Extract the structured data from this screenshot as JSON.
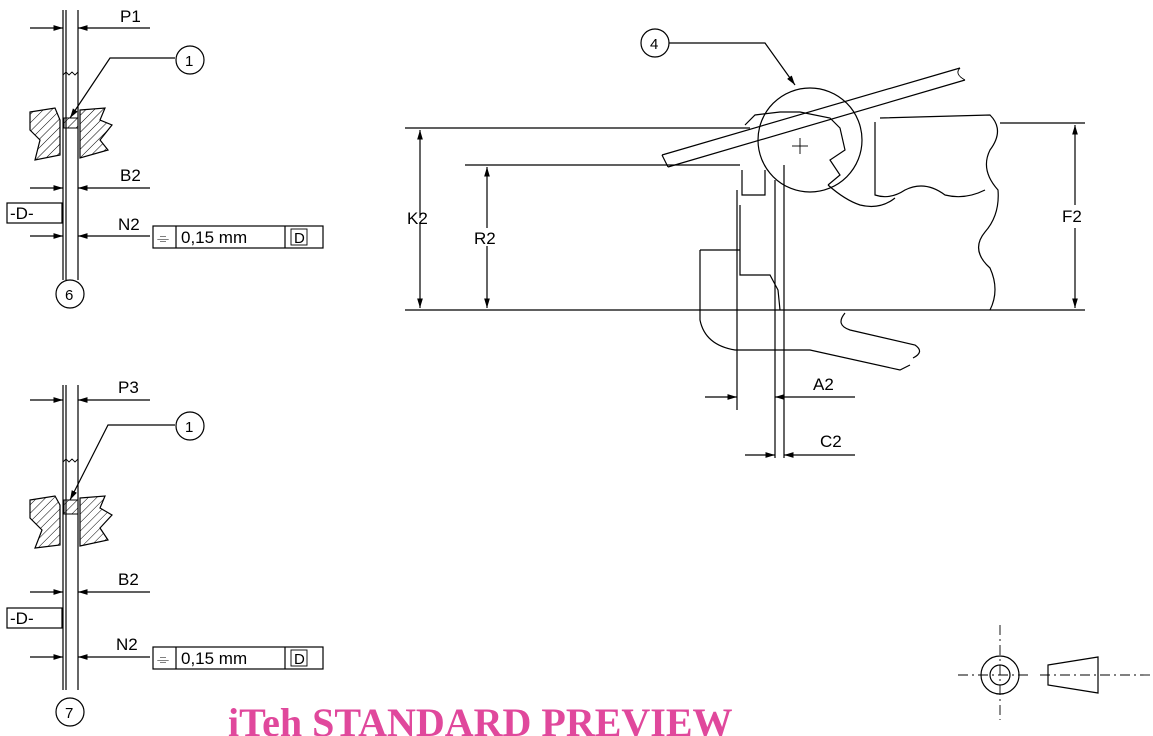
{
  "detail_6": {
    "dim_top": "P1",
    "dim_mid": "B2",
    "datum": "-D-",
    "dim_bottom": "N2",
    "tolerance_symbol": "⌯",
    "tolerance_value": "0,15 mm",
    "tolerance_datum": "D",
    "balloon_item": "1",
    "view_number": "6"
  },
  "detail_7": {
    "dim_top": "P3",
    "dim_mid": "B2",
    "datum": "-D-",
    "dim_bottom": "N2",
    "tolerance_symbol": "⌯",
    "tolerance_value": "0,15 mm",
    "tolerance_datum": "D",
    "balloon_item": "1",
    "view_number": "7"
  },
  "main_view": {
    "balloon_item": "4",
    "dims": {
      "k": "K2",
      "r": "R2",
      "f": "F2",
      "a": "A2",
      "c": "C2"
    }
  },
  "watermark": "iTeh STANDARD PREVIEW"
}
